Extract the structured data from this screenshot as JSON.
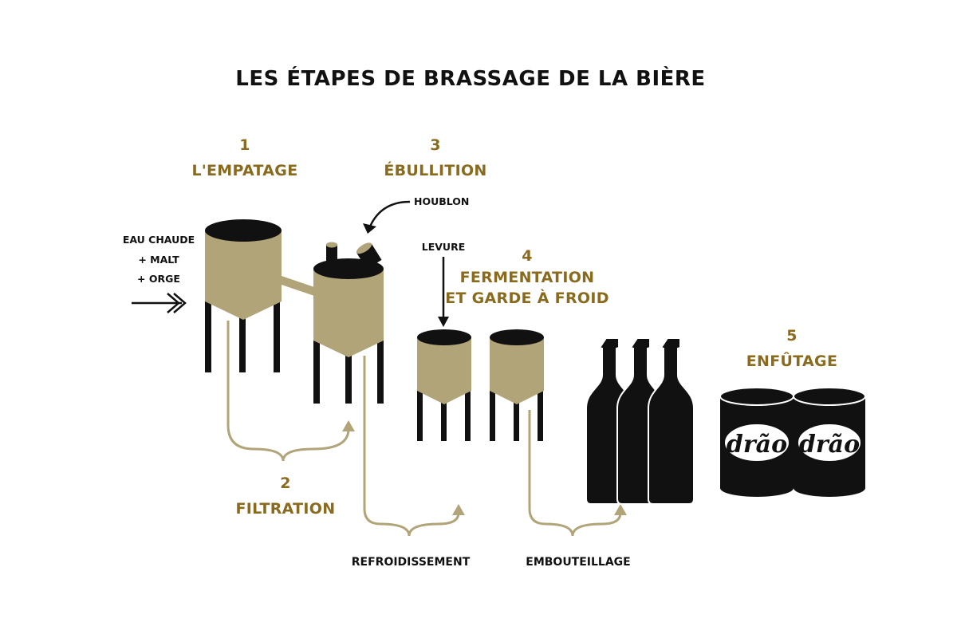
{
  "title": "LES ÉTAPES DE BRASSAGE DE LA BIÈRE",
  "colors": {
    "gold": "#8a6b1e",
    "tank": "#b2a479",
    "pipe": "#b2a479",
    "ink": "#111111"
  },
  "steps": [
    {
      "number": "1",
      "name": "L'EMPATAGE"
    },
    {
      "number": "2",
      "name": "FILTRATION"
    },
    {
      "number": "3",
      "name": "ÉBULLITION"
    },
    {
      "number": "4",
      "name": "FERMENTATION",
      "name2": "ET GARDE À FROID"
    },
    {
      "number": "5",
      "name": "ENFÛTAGE"
    }
  ],
  "inputs": {
    "line1": "EAU CHAUDE",
    "line2": "+ MALT",
    "line3": "+ ORGE"
  },
  "houblon": "HOUBLON",
  "levure": "LEVURE",
  "processes": {
    "refroidissement": "REFROIDISSEMENT",
    "embouteillage": "EMBOUTEILLAGE"
  },
  "brand": "drão",
  "icons": [
    "input-arrow-icon",
    "curved-arrow-icon",
    "down-arrow-icon",
    "tank-icon",
    "bottle-icon",
    "keg-icon"
  ]
}
